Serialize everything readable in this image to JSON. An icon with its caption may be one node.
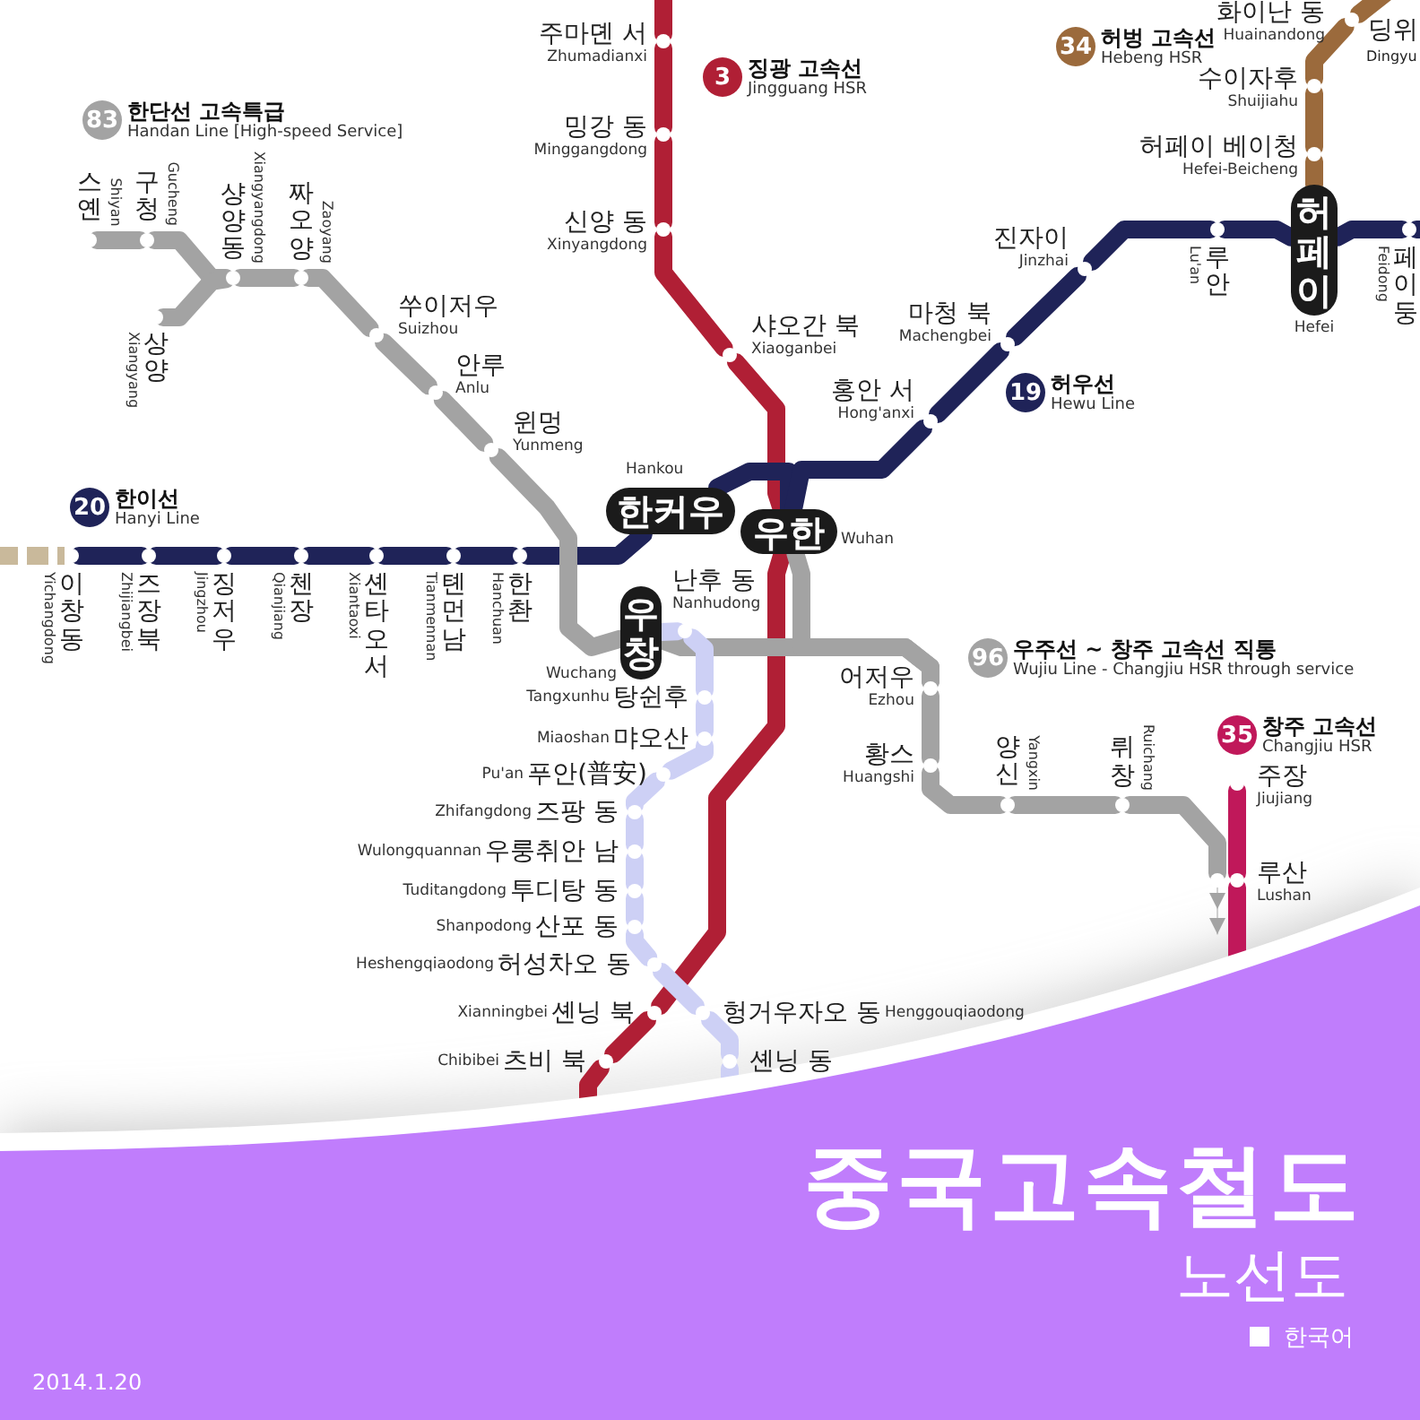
{
  "diagram": {
    "title": "중국고속철도",
    "nodes": [
      {
        "text": [
          "83"
        ],
        "beside": [
          "한단선 고속특급",
          "Handan Line [High-speed Service]"
        ]
      },
      {
        "text": [],
        "shape": "circle",
        "beside": [
          "스옌",
          "Shiyan"
        ]
      },
      {
        "text": [],
        "shape": "circle",
        "beside": [
          "구청",
          "Gucheng"
        ]
      },
      {
        "text": [],
        "shape": "circle",
        "beside": [
          "샹양 동",
          "Xiangyangdong"
        ]
      },
      {
        "text": [],
        "shape": "circle",
        "beside": [
          "짜오양",
          "Zaoyang"
        ]
      },
      {
        "text": [],
        "shape": "circle",
        "beside": [
          "상양",
          "Xiangyang"
        ]
      },
      {
        "text": [],
        "shape": "circle",
        "beside": [
          "쑤이저우",
          "Suizhou"
        ]
      },
      {
        "text": [],
        "shape": "circle",
        "beside": [
          "안루",
          "Anlu"
        ]
      },
      {
        "text": [],
        "shape": "circle",
        "beside": [
          "윈멍",
          "Yunmeng"
        ]
      },
      {
        "text": [
          "3"
        ],
        "beside": [
          "징광 고속선",
          "Jingguang HSR"
        ]
      },
      {
        "text": [],
        "shape": "circle",
        "beside": [
          "주마뎬 서",
          "Zhumadianxi"
        ]
      },
      {
        "text": [],
        "shape": "circle",
        "beside": [
          "밍강 동",
          "Minggangdong"
        ]
      },
      {
        "text": [],
        "shape": "circle",
        "beside": [
          "신양 동",
          "Xinyangdong"
        ]
      },
      {
        "text": [],
        "shape": "circle",
        "beside": [
          "샤오간 북",
          "Xiaoganbei"
        ]
      },
      {
        "text": [
          "34"
        ],
        "beside": [
          "허벙 고속선",
          "Hebeng HSR"
        ]
      },
      {
        "text": [],
        "shape": "circle",
        "beside": [
          "화이난 동",
          "Huainandong"
        ]
      },
      {
        "text": [],
        "shape": "circle",
        "beside": [
          "수이자후",
          "Shuijiahu"
        ]
      },
      {
        "text": [],
        "shape": "circle",
        "beside": [
          "허페이 베이청",
          "Hefei-Beicheng"
        ]
      },
      {
        "text": [],
        "shape": "circle",
        "beside": [
          "진자이",
          "Jinzhai"
        ]
      },
      {
        "text": [],
        "shape": "circle",
        "beside": [
          "마청 북",
          "Machengbei"
        ]
      },
      {
        "text": [],
        "shape": "circle",
        "beside": [
          "홍안 서",
          "Hong'anxi"
        ]
      },
      {
        "text": [
          "19"
        ],
        "beside": [
          "허우선",
          "Hewu Line"
        ]
      },
      {
        "text": [],
        "shape": "circle",
        "beside": [
          "루안",
          "Lu'an"
        ]
      },
      {
        "text": [
          "허페이"
        ],
        "beside": [
          "Hefei"
        ]
      },
      {
        "text": [],
        "shape": "circle",
        "beside": [
          "페이둥",
          "Feidong"
        ]
      },
      {
        "text": [
          "20"
        ],
        "beside": [
          "한이선",
          "Hanyi Line"
        ]
      },
      {
        "text": [],
        "shape": "circle",
        "beside": [
          "이창 동",
          "Yichangdong"
        ]
      },
      {
        "text": [],
        "shape": "circle",
        "beside": [
          "즈장 북",
          "Zhijiangbei"
        ]
      },
      {
        "text": [],
        "shape": "circle",
        "beside": [
          "징저우",
          "Jingzhou"
        ]
      },
      {
        "text": [],
        "shape": "circle",
        "beside": [
          "첸장",
          "Qianjiang"
        ]
      },
      {
        "text": [],
        "shape": "circle",
        "beside": [
          "셴타오 서",
          "Xiantaoxi"
        ]
      },
      {
        "text": [],
        "shape": "circle",
        "beside": [
          "톈먼 남",
          "Tianmennan"
        ]
      },
      {
        "text": [],
        "shape": "circle",
        "beside": [
          "한촨",
          "Hanchuan"
        ]
      },
      {
        "text": [
          "한커우"
        ],
        "beside": [
          "Hankou"
        ]
      },
      {
        "text": [
          "우한"
        ],
        "beside": [
          "Wuhan"
        ]
      },
      {
        "text": [
          "우창"
        ],
        "beside": [
          "Wuchang"
        ]
      },
      {
        "text": [],
        "shape": "circle",
        "beside": [
          "난후 동",
          "Nanhudong"
        ]
      },
      {
        "text": [],
        "shape": "circle",
        "beside": [
          "탕쉰후",
          "Tangxunhu"
        ]
      },
      {
        "text": [],
        "shape": "circle",
        "beside": [
          "먀오산",
          "Miaoshan"
        ]
      },
      {
        "text": [],
        "shape": "circle",
        "beside": [
          "푸안(普安)",
          "Pu'an"
        ]
      },
      {
        "text": [],
        "shape": "circle",
        "beside": [
          "즈팡 동",
          "Zhifangdong"
        ]
      },
      {
        "text": [],
        "shape": "circle",
        "beside": [
          "우룽취안 남",
          "Wulongquannan"
        ]
      },
      {
        "text": [],
        "shape": "circle",
        "beside": [
          "투디탕 동",
          "Tuditangdong"
        ]
      },
      {
        "text": [],
        "shape": "circle",
        "beside": [
          "산포 동",
          "Shanpodong"
        ]
      },
      {
        "text": [],
        "shape": "circle",
        "beside": [
          "허성차오 동",
          "Heshengqiaodong"
        ]
      },
      {
        "text": [],
        "shape": "circle",
        "beside": [
          "셴닝 북",
          "Xianningbei"
        ]
      },
      {
        "text": [],
        "shape": "circle",
        "beside": [
          "츠비 북",
          "Chibibei"
        ]
      },
      {
        "text": [],
        "shape": "circle",
        "beside": [
          "헝거우자오 동",
          "Henggouqiaodong"
        ]
      },
      {
        "text": [],
        "shape": "circle",
        "beside": [
          "셴닝 동"
        ]
      },
      {
        "text": [
          "96"
        ],
        "beside": [
          "우주선 ~ 창주 고속선 직통",
          "Wujiu Line - Changjiu HSR through service"
        ]
      },
      {
        "text": [],
        "shape": "circle",
        "beside": [
          "어저우",
          "Ezhou"
        ]
      },
      {
        "text": [],
        "shape": "circle",
        "beside": [
          "황스",
          "Huangshi"
        ]
      },
      {
        "text": [],
        "shape": "circle",
        "beside": [
          "양신",
          "Yangxin"
        ]
      },
      {
        "text": [],
        "shape": "circle",
        "beside": [
          "뤼창",
          "Ruichang"
        ]
      },
      {
        "text": [
          "35"
        ],
        "beside": [
          "창주 고속선",
          "Changjiu HSR"
        ]
      },
      {
        "text": [],
        "shape": "circle",
        "beside": [
          "주장",
          "Jiujiang"
        ]
      },
      {
        "text": [],
        "shape": "circle",
        "beside": [
          "루산",
          "Lushan"
        ]
      },
      {
        "text": [],
        "shape": "circle"
      }
    ],
    "edges": [
      {
        "from": null,
        "to": 10,
        "arrow": "none",
        "color": "#b01f35"
      },
      {
        "from": 10,
        "to": 11,
        "arrow": "none",
        "color": "#b01f35"
      },
      {
        "from": 11,
        "to": 12,
        "arrow": "none",
        "color": "#b01f35"
      },
      {
        "from": 12,
        "to": 13,
        "arrow": "none",
        "color": "#b01f35"
      },
      {
        "from": 13,
        "to": 34,
        "arrow": "none",
        "color": "#b01f35"
      },
      {
        "from": 34,
        "to": 45,
        "arrow": "none",
        "color": "#b01f35"
      },
      {
        "from": 45,
        "to": 46,
        "arrow": "none",
        "color": "#b01f35"
      },
      {
        "from": 46,
        "to": null,
        "arrow": "none",
        "color": "#b01f35"
      },
      {
        "from": null,
        "to": 26,
        "arrow": "none",
        "style": "dashed",
        "color": "#c9b99b"
      },
      {
        "from": 26,
        "to": 27,
        "arrow": "none",
        "color": "#1f2358"
      },
      {
        "from": 27,
        "to": 28,
        "arrow": "none",
        "color": "#1f2358"
      },
      {
        "from": 28,
        "to": 29,
        "arrow": "none",
        "color": "#1f2358"
      },
      {
        "from": 29,
        "to": 30,
        "arrow": "none",
        "color": "#1f2358"
      },
      {
        "from": 30,
        "to": 31,
        "arrow": "none",
        "color": "#1f2358"
      },
      {
        "from": 31,
        "to": 32,
        "arrow": "none",
        "color": "#1f2358"
      },
      {
        "from": 32,
        "to": 33,
        "arrow": "none",
        "color": "#1f2358"
      },
      {
        "from": 33,
        "to": 34,
        "arrow": "none",
        "color": "#1f2358"
      },
      {
        "from": 34,
        "to": 20,
        "arrow": "none",
        "color": "#1f2358"
      },
      {
        "from": 20,
        "to": 19,
        "arrow": "none",
        "color": "#1f2358"
      },
      {
        "from": 19,
        "to": 18,
        "arrow": "none",
        "color": "#1f2358"
      },
      {
        "from": 18,
        "to": 22,
        "arrow": "none",
        "color": "#1f2358"
      },
      {
        "from": 22,
        "to": 23,
        "arrow": "none",
        "color": "#1f2358"
      },
      {
        "from": 23,
        "to": 24,
        "arrow": "none",
        "color": "#1f2358"
      },
      {
        "from": 24,
        "to": null,
        "arrow": "none",
        "color": "#1f2358"
      },
      {
        "from": null,
        "to": 15,
        "arrow": "none",
        "color": "#9b6a3c"
      },
      {
        "from": 15,
        "to": 16,
        "arrow": "none",
        "color": "#9b6a3c"
      },
      {
        "from": 16,
        "to": 17,
        "arrow": "none",
        "color": "#9b6a3c"
      },
      {
        "from": 17,
        "to": 23,
        "arrow": "none",
        "color": "#9b6a3c"
      },
      {
        "from": 1,
        "to": 2,
        "arrow": "none",
        "color": "#a3a3a3"
      },
      {
        "from": 2,
        "to": 3,
        "arrow": "none",
        "color": "#a3a3a3"
      },
      {
        "from": 5,
        "to": 3,
        "arrow": "none",
        "color": "#a3a3a3"
      },
      {
        "from": 3,
        "to": 4,
        "arrow": "none",
        "color": "#a3a3a3"
      },
      {
        "from": 4,
        "to": 6,
        "arrow": "none",
        "color": "#a3a3a3"
      },
      {
        "from": 6,
        "to": 7,
        "arrow": "none",
        "color": "#a3a3a3"
      },
      {
        "from": 7,
        "to": 8,
        "arrow": "none",
        "color": "#a3a3a3"
      },
      {
        "from": 8,
        "to": 35,
        "arrow": "none",
        "color": "#a3a3a3"
      },
      {
        "from": 35,
        "to": 50,
        "arrow": "none",
        "color": "#a3a3a3"
      },
      {
        "from": 34,
        "to": 50,
        "arrow": "none",
        "color": "#a3a3a3"
      },
      {
        "from": 50,
        "to": 51,
        "arrow": "none",
        "color": "#a3a3a3"
      },
      {
        "from": 51,
        "to": 52,
        "arrow": "none",
        "color": "#a3a3a3"
      },
      {
        "from": 52,
        "to": 53,
        "arrow": "none",
        "color": "#a3a3a3"
      },
      {
        "from": 53,
        "to": 57,
        "arrow": "none",
        "color": "#a3a3a3"
      },
      {
        "from": 55,
        "to": 56,
        "arrow": "none",
        "color": "#c0185a"
      },
      {
        "from": 56,
        "to": null,
        "arrow": "none",
        "color": "#c0185a"
      },
      {
        "from": 35,
        "to": 36,
        "arrow": "none",
        "color": "#cdd0f5"
      },
      {
        "from": 36,
        "to": 37,
        "arrow": "none",
        "color": "#cdd0f5"
      },
      {
        "from": 37,
        "to": 38,
        "arrow": "none",
        "color": "#cdd0f5"
      },
      {
        "from": 38,
        "to": 39,
        "arrow": "none",
        "color": "#cdd0f5"
      },
      {
        "from": 39,
        "to": 40,
        "arrow": "none",
        "color": "#cdd0f5"
      },
      {
        "from": 40,
        "to": 41,
        "arrow": "none",
        "color": "#cdd0f5"
      },
      {
        "from": 41,
        "to": 42,
        "arrow": "none",
        "color": "#cdd0f5"
      },
      {
        "from": 42,
        "to": 43,
        "arrow": "none",
        "color": "#cdd0f5"
      },
      {
        "from": 43,
        "to": 44,
        "arrow": "none",
        "color": "#cdd0f5"
      },
      {
        "from": 44,
        "to": 47,
        "arrow": "none",
        "color": "#cdd0f5"
      },
      {
        "from": 47,
        "to": 48,
        "arrow": "none",
        "color": "#cdd0f5"
      },
      {
        "from": 48,
        "to": null,
        "arrow": "none",
        "color": "#cdd0f5"
      },
      {
        "from": 57,
        "to": null,
        "arrow": "to",
        "color": "#a3a3a3"
      }
    ],
    "labels": [
      "딩위",
      "Dingyu",
      "노선도",
      "한국어",
      "2014.1.20"
    ]
  }
}
